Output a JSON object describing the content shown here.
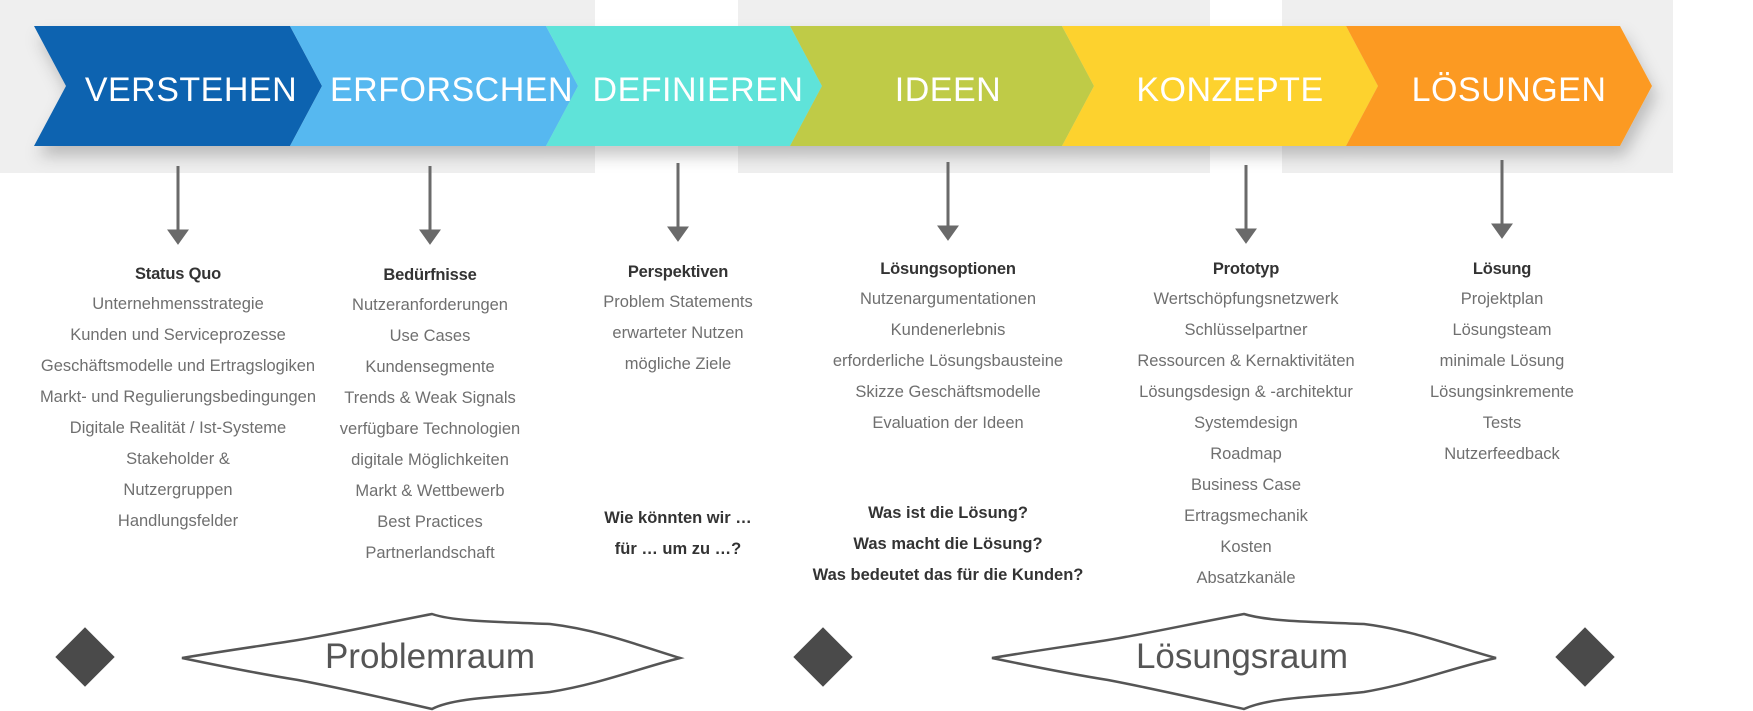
{
  "stages": [
    {
      "label": "VERSTEHEN",
      "color": "#1163b0"
    },
    {
      "label": "ERFORSCHEN",
      "color": "#56b8f0"
    },
    {
      "label": "DEFINIEREN",
      "color": "#5ee3d9"
    },
    {
      "label": "IDEEN",
      "color": "#bfcb46"
    },
    {
      "label": "KONZEPTE",
      "color": "#fdd22d"
    },
    {
      "label": "LÖSUNGEN",
      "color": "#fc9a24"
    }
  ],
  "columns": [
    {
      "heading": "Status Quo",
      "items": [
        "Unternehmensstrategie",
        "Kunden und Serviceprozesse",
        "Geschäftsmodelle und Ertragslogiken",
        "Markt- und Regulierungsbedingungen",
        "Digitale Realität / Ist-Systeme",
        "Stakeholder &",
        "Nutzergruppen",
        "Handlungsfelder"
      ]
    },
    {
      "heading": "Bedürfnisse",
      "items": [
        "Nutzeranforderungen",
        "Use Cases",
        "Kundensegmente",
        "Trends & Weak Signals",
        "verfügbare Technologien",
        "digitale Möglichkeiten",
        "Markt & Wettbewerb",
        "Best Practices",
        "Partnerlandschaft"
      ]
    },
    {
      "heading": "Perspektiven",
      "items": [
        "Problem Statements",
        "erwarteter Nutzen",
        "mögliche Ziele"
      ]
    },
    {
      "heading": "Lösungsoptionen",
      "items": [
        "Nutzenargumentationen",
        "Kundenerlebnis",
        "erforderliche Lösungsbausteine",
        "Skizze Geschäftsmodelle",
        "Evaluation der Ideen"
      ]
    },
    {
      "heading": "Prototyp",
      "items": [
        "Wertschöpfungsnetzwerk",
        "Schlüsselpartner",
        "Ressourcen & Kernaktivitäten",
        "Lösungsdesign & -architektur",
        "Systemdesign",
        "Roadmap",
        "Business Case",
        "Ertragsmechanik",
        "Kosten",
        "Absatzkanäle"
      ]
    },
    {
      "heading": "Lösung",
      "items": [
        "Projektplan",
        "Lösungsteam",
        "minimale Lösung",
        "Lösungsinkremente",
        "Tests",
        "Nutzerfeedback"
      ]
    }
  ],
  "questions_define": [
    "Wie könnten wir …",
    "für … um zu …?"
  ],
  "questions_ideas": [
    "Was ist die Lösung?",
    "Was macht die Lösung?",
    "Was bedeutet das für die Kunden?"
  ],
  "spaces": {
    "problem": "Problemraum",
    "solution": "Lösungsraum"
  },
  "colors": {
    "arrow": "#6a6a6a",
    "diamond": "#4a4a4a",
    "band": "#efefef",
    "outline": "#555555"
  }
}
